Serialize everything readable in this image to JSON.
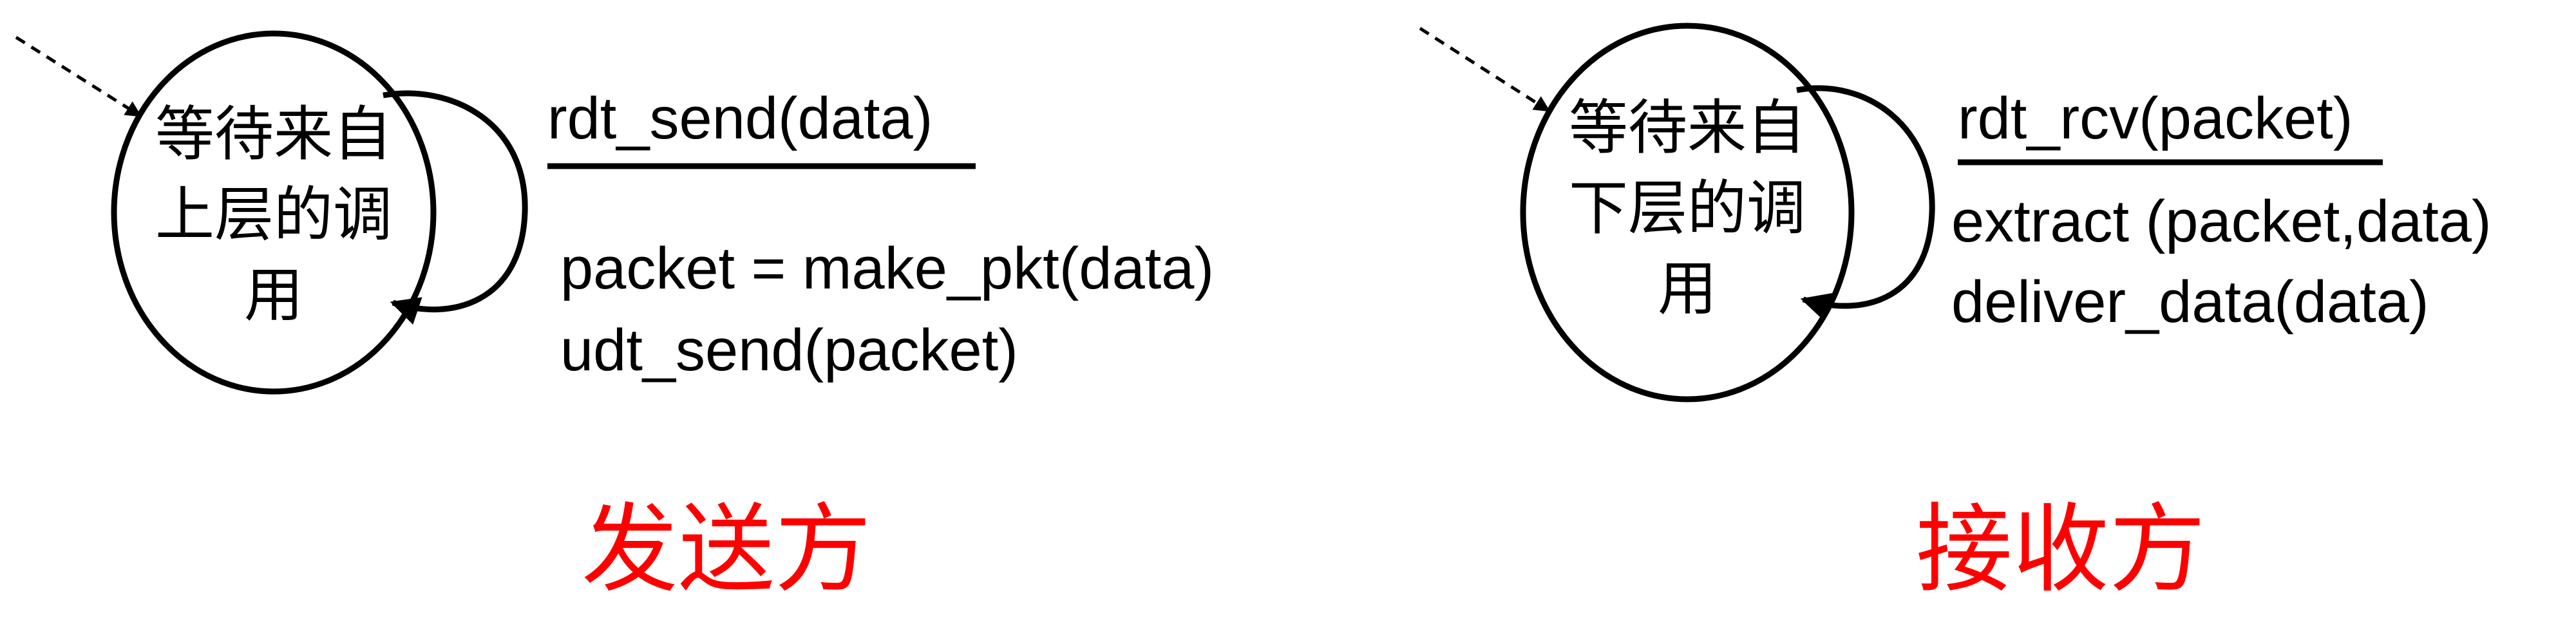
{
  "sender": {
    "state_lines": [
      "等待来自",
      "上层的调",
      "用"
    ],
    "event": "rdt_send(data)",
    "actions": [
      "packet = make_pkt(data)",
      "udt_send(packet)"
    ],
    "title": "发送方"
  },
  "receiver": {
    "state_lines": [
      "等待来自",
      "下层的调",
      "用"
    ],
    "event": "rdt_rcv(packet)",
    "actions": [
      "extract (packet,data)",
      "deliver_data(data)"
    ],
    "title": "接收方"
  },
  "colors": {
    "stroke": "#000000",
    "title": "#ff0000"
  }
}
